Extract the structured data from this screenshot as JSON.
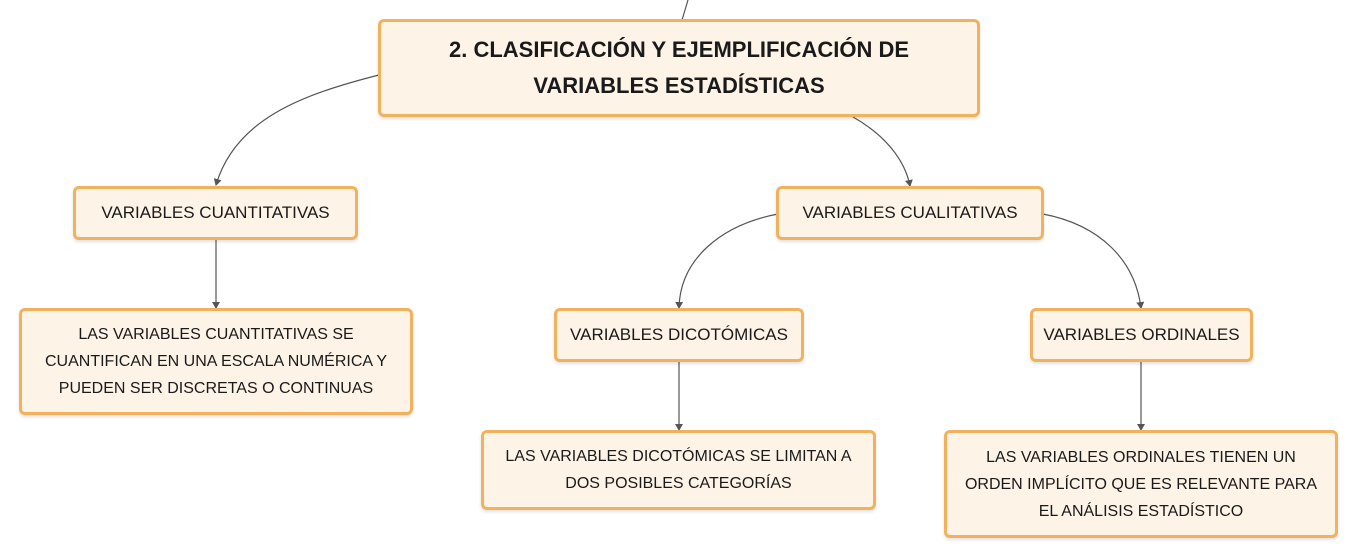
{
  "mindmap": {
    "root": "2. CLASIFICACIÓN Y EJEMPLIFICACIÓN DE VARIABLES ESTADÍSTICAS",
    "cuantitativas": {
      "label": "VARIABLES CUANTITATIVAS",
      "detail": "LAS VARIABLES CUANTITATIVAS SE CUANTIFICAN EN UNA ESCALA NUMÉRICA Y PUEDEN SER DISCRETAS O CONTINUAS"
    },
    "cualitativas": {
      "label": "VARIABLES CUALITATIVAS",
      "dicotomicas": {
        "label": "VARIABLES DICOTÓMICAS",
        "detail": "LAS VARIABLES DICOTÓMICAS SE LIMITAN A DOS POSIBLES CATEGORÍAS"
      },
      "ordinales": {
        "label": "VARIABLES ORDINALES",
        "detail": "LAS VARIABLES ORDINALES TIENEN UN ORDEN IMPLÍCITO QUE ES RELEVANTE PARA EL ANÁLISIS ESTADÍSTICO"
      }
    }
  },
  "colors": {
    "node_fill": "#fdf3e7",
    "node_border": "#f2b15c",
    "connector": "#555555"
  }
}
